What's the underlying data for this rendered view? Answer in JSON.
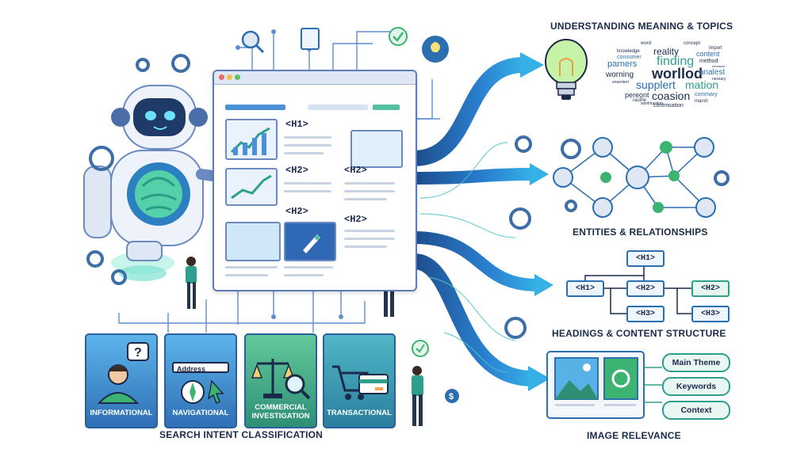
{
  "sections": {
    "meaning": "UNDERSTANDING MEANING & TOPICS",
    "entities": "ENTITIES & RELATIONSHIPS",
    "headings": "HEADINGS & CONTENT STRUCTURE",
    "image": "IMAGE RELEVANCE",
    "intent": "SEARCH INTENT CLASSIFICATION"
  },
  "browser": {
    "tags": [
      "<H1>",
      "<H2>",
      "<H2>",
      "<H2>",
      "<H2>"
    ]
  },
  "intent_cards": [
    {
      "label": "INFORMATIONAL"
    },
    {
      "label": "NAVIGATIONAL",
      "address": "Address"
    },
    {
      "label": "COMMERCIAL INVESTIGATION"
    },
    {
      "label": "TRANSACTIONAL"
    }
  ],
  "heading_tree": {
    "root": "<H1>",
    "left": "<H1>",
    "mid_top": "<H2>",
    "mid_bottom": "<H3>",
    "right_top": "<H2>",
    "right_bottom": "<H3>"
  },
  "image_pills": [
    "Main Theme",
    "Keywords",
    "Context"
  ],
  "word_cloud": [
    "word",
    "concept",
    "import",
    "knowledge",
    "reality",
    "content",
    "consumer",
    "finding",
    "method",
    "parners",
    "worllod",
    "analest",
    "worning",
    "ensentert",
    "supplert",
    "mation",
    "nessary",
    "pereont",
    "coasion",
    "commary",
    "wonlmastion",
    "rauthe",
    "marsh",
    "contmsation",
    "neeuticts"
  ],
  "colors": {
    "navy": "#1b2a4a",
    "teal": "#2e9e8e",
    "blue": "#2b6fb0",
    "green": "#3cb371"
  }
}
